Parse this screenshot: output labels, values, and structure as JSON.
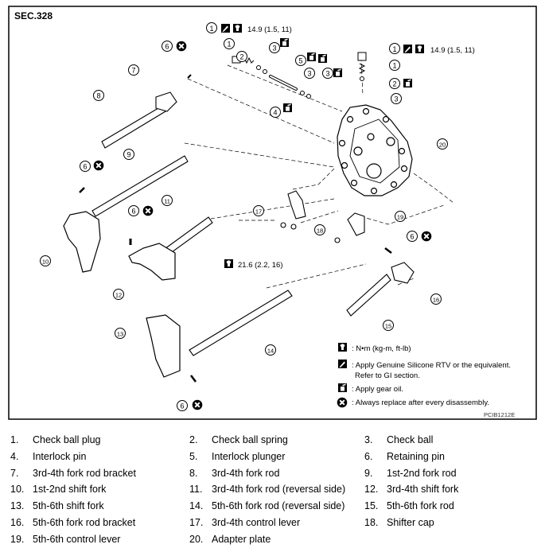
{
  "diagram": {
    "section_id": "SEC.328",
    "figure_code": "PCIB1212E",
    "torque_callouts": [
      "14.9  (1.5,  11)",
      "14.9  (1.5,  11)",
      "21.6  (2.2,  16)"
    ],
    "callouts": [
      "1",
      "2",
      "3",
      "3",
      "3",
      "4",
      "5",
      "6",
      "7",
      "8",
      "9",
      "6",
      "11",
      "6",
      "10",
      "12",
      "13",
      "14",
      "6",
      "17",
      "18",
      "19",
      "6",
      "16",
      "15",
      "20",
      "1",
      "2",
      "3"
    ],
    "legend": [
      {
        "icon": "torque-wrench-icon",
        "text": ": N•m (kg-m, ft-lb)"
      },
      {
        "icon": "sealant-icon",
        "text": ": Apply Genuine Silicone RTV or the equivalent."
      },
      {
        "icon": "",
        "text": "Refer to GI section."
      },
      {
        "icon": "oil-can-icon",
        "text": ": Apply gear oil."
      },
      {
        "icon": "replace-x-icon",
        "text": ": Always replace after every disassembly."
      }
    ]
  },
  "parts_list": [
    {
      "num": "1.",
      "name": "Check ball plug"
    },
    {
      "num": "2.",
      "name": "Check ball spring"
    },
    {
      "num": "3.",
      "name": "Check ball"
    },
    {
      "num": "4.",
      "name": "Interlock pin"
    },
    {
      "num": "5.",
      "name": "Interlock plunger"
    },
    {
      "num": "6.",
      "name": "Retaining pin"
    },
    {
      "num": "7.",
      "name": "3rd-4th fork rod bracket"
    },
    {
      "num": "8.",
      "name": "3rd-4th fork rod"
    },
    {
      "num": "9.",
      "name": "1st-2nd fork rod"
    },
    {
      "num": "10.",
      "name": "1st-2nd shift fork"
    },
    {
      "num": "11.",
      "name": "3rd-4th fork rod (reversal side)"
    },
    {
      "num": "12.",
      "name": "3rd-4th shift fork"
    },
    {
      "num": "13.",
      "name": "5th-6th shift fork"
    },
    {
      "num": "14.",
      "name": "5th-6th fork rod (reversal side)"
    },
    {
      "num": "15.",
      "name": "5th-6th fork rod"
    },
    {
      "num": "16.",
      "name": "5th-6th fork rod bracket"
    },
    {
      "num": "17.",
      "name": "3rd-4th control lever"
    },
    {
      "num": "18.",
      "name": "Shifter cap"
    },
    {
      "num": "19.",
      "name": "5th-6th control lever"
    },
    {
      "num": "20.",
      "name": "Adapter plate"
    }
  ]
}
